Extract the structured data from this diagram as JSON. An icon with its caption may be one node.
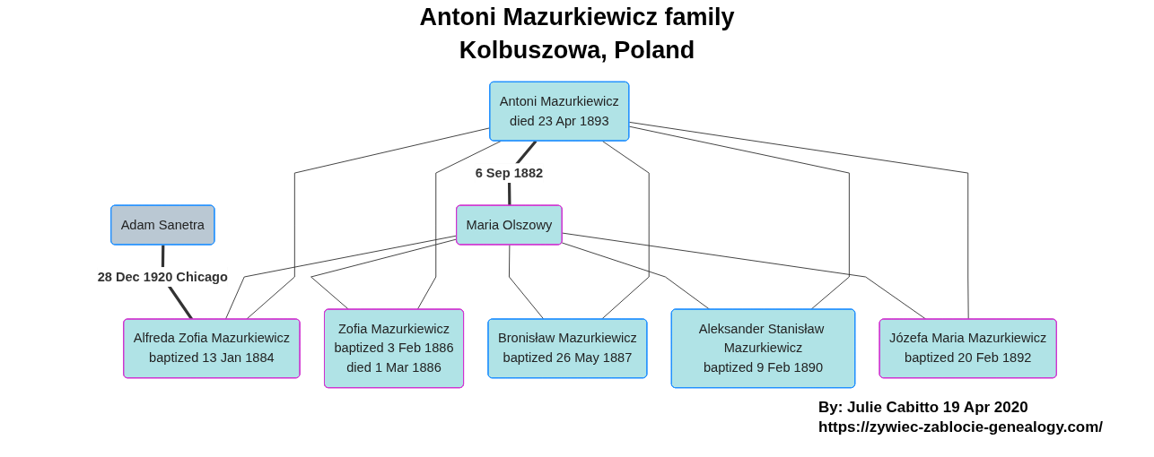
{
  "diagram": {
    "title": "Antoni Mazurkiewicz family",
    "nodes": [
      {
        "text": [
          "Antoni Mazurkiewicz",
          "died 23 Apr 1893"
        ]
      },
      {
        "text": [
          "Maria Olszowy"
        ]
      },
      {
        "text": [
          "Adam Sanetra"
        ]
      },
      {
        "text": [
          "Alfreda Zofia Mazurkiewicz",
          "baptized 13 Jan 1884"
        ]
      },
      {
        "text": [
          "Zofia Mazurkiewicz",
          "baptized 3 Feb 1886",
          "died 1 Mar 1886"
        ]
      },
      {
        "text": [
          "Bronisław Mazurkiewicz",
          "baptized 26 May 1887"
        ]
      },
      {
        "text": [
          "Aleksander Stanisław Mazurkiewicz",
          "baptized 9 Feb 1890"
        ]
      },
      {
        "text": [
          "Józefa Maria Mazurkiewicz",
          "baptized 20 Feb 1892"
        ]
      }
    ],
    "edges": [
      {
        "from": 0,
        "to": 1,
        "arrow": "none",
        "label": "6 Sep 1882",
        "style": "thick"
      },
      {
        "from": 0,
        "to": 3,
        "arrow": "none"
      },
      {
        "from": 1,
        "to": 3,
        "arrow": "none"
      },
      {
        "from": 0,
        "to": 4,
        "arrow": "none"
      },
      {
        "from": 1,
        "to": 4,
        "arrow": "none"
      },
      {
        "from": 0,
        "to": 5,
        "arrow": "none"
      },
      {
        "from": 1,
        "to": 5,
        "arrow": "none"
      },
      {
        "from": 0,
        "to": 6,
        "arrow": "none"
      },
      {
        "from": 1,
        "to": 6,
        "arrow": "none"
      },
      {
        "from": 0,
        "to": 7,
        "arrow": "none"
      },
      {
        "from": 1,
        "to": 7,
        "arrow": "none"
      },
      {
        "from": 2,
        "to": 3,
        "arrow": "none",
        "label": "28 Dec 1920 Chicago",
        "style": "thick"
      }
    ],
    "labels": [
      "Kolbuszowa, Poland",
      "By: Julie Cabitto 19 Apr 2020",
      "https://zywiec-zablocie-genealogy.com/"
    ]
  }
}
